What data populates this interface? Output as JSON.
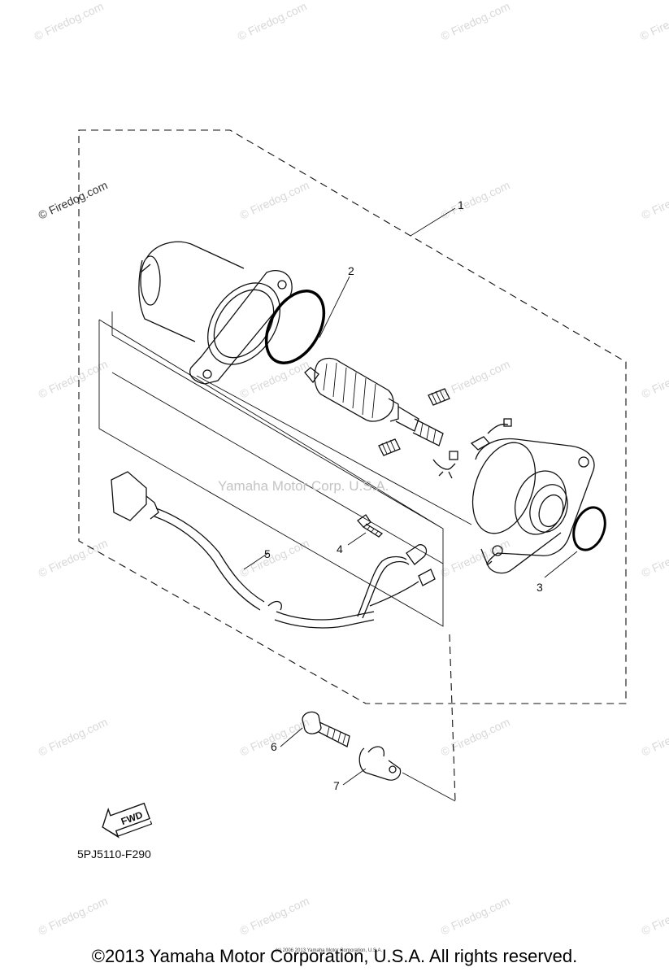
{
  "diagram": {
    "code": "5PJ5110-F290",
    "fwd_label": "FWD",
    "center_watermark": "Yamaha Motor Corp. U.S.A.",
    "watermark": "© Firedog.com",
    "fine_print": "(c) 2006 2013 Yamaha Motor Corporation, U.S.A.",
    "callouts": [
      "1",
      "2",
      "3",
      "4",
      "5",
      "6",
      "7"
    ]
  },
  "footer": {
    "copyright": "©2013 Yamaha Motor Corporation, U.S.A. All rights reserved."
  }
}
